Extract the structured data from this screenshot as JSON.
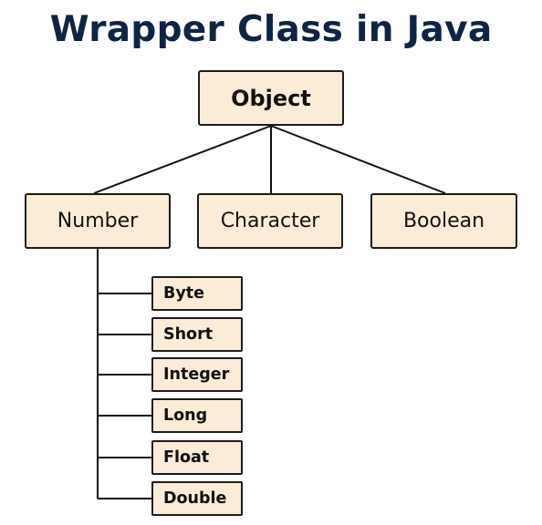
{
  "title": "Wrapper Class in Java",
  "colors": {
    "title": "#0f2444",
    "box_fill": "#fbecd8",
    "box_border": "#1c1c1c",
    "connector": "#111111"
  },
  "root": {
    "label": "Object"
  },
  "children": [
    {
      "label": "Number"
    },
    {
      "label": "Character"
    },
    {
      "label": "Boolean"
    }
  ],
  "number_subclasses": [
    "Byte",
    "Short",
    "Integer",
    "Long",
    "Float",
    "Double"
  ]
}
